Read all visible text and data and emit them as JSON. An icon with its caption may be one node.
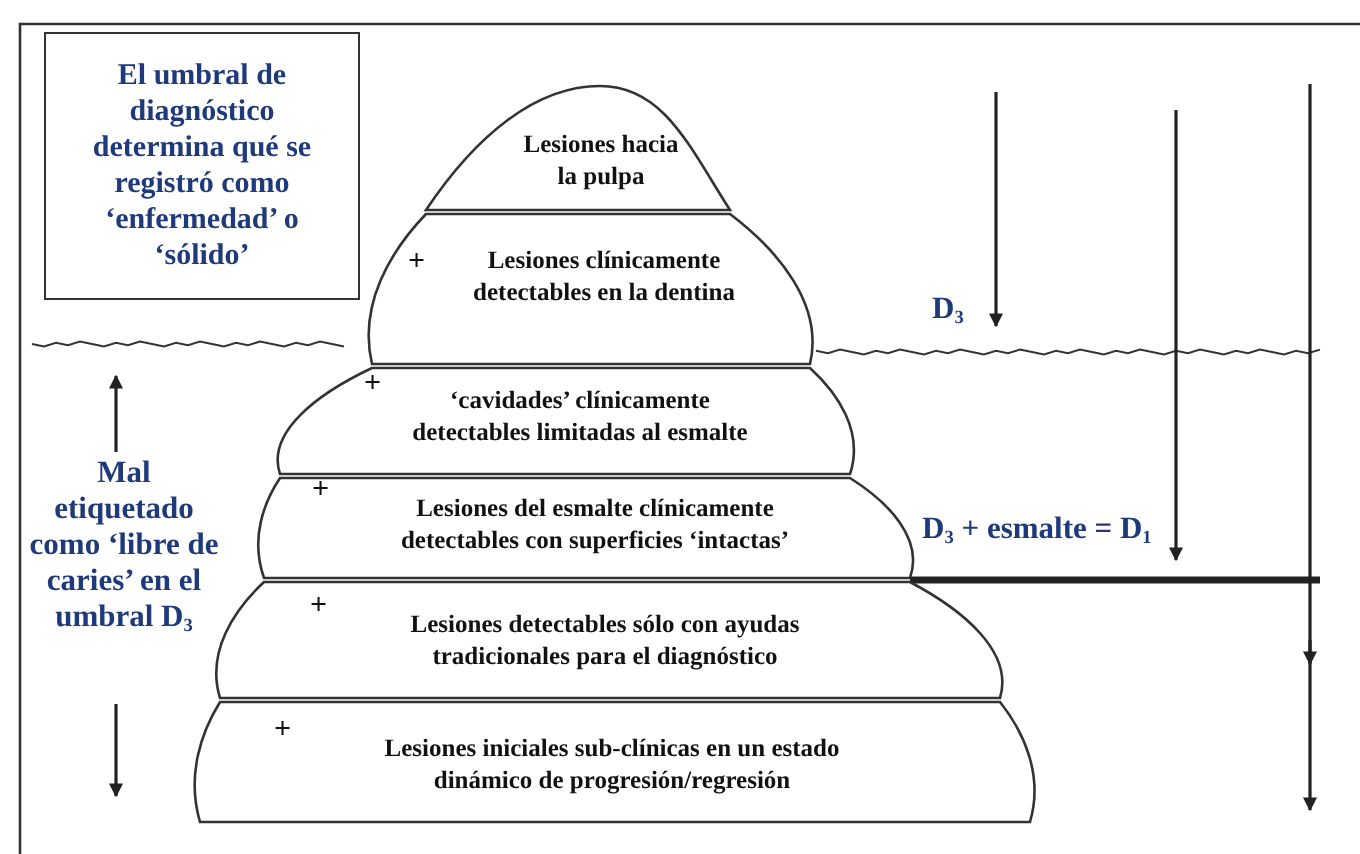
{
  "diagram": {
    "nodes": [
      {
        "text": [
          "El umbral de diagnóstico determina qué se registró como ‘enfermedad’ o ‘sólido’"
        ]
      },
      {
        "text": [
          "Lesiones hacia la pulpa"
        ]
      },
      {
        "text": [
          "+",
          "Lesiones clínicamente detectables en la dentina"
        ]
      },
      {
        "text": [
          "+",
          "‘cavidades’ clínicamente detectables limitadas al esmalte"
        ]
      },
      {
        "text": [
          "+",
          "Lesiones del esmalte clínicamente detectables con superficies ‘intactas’"
        ]
      },
      {
        "text": [
          "+",
          "Lesiones detectables sólo con ayudas tradicionales para el diagnóstico"
        ]
      },
      {
        "text": [
          "+",
          "Lesiones iniciales sub-clínicas en un estado dinámico de progresión/regresión"
        ]
      }
    ],
    "edges": [],
    "labels": [
      "D$_{3}$",
      "Mal etiquetado como ‘libre de caries’ en el umbral D$_{3}$",
      "D$_{3}$ + esmalte = D$_{1}$"
    ]
  }
}
